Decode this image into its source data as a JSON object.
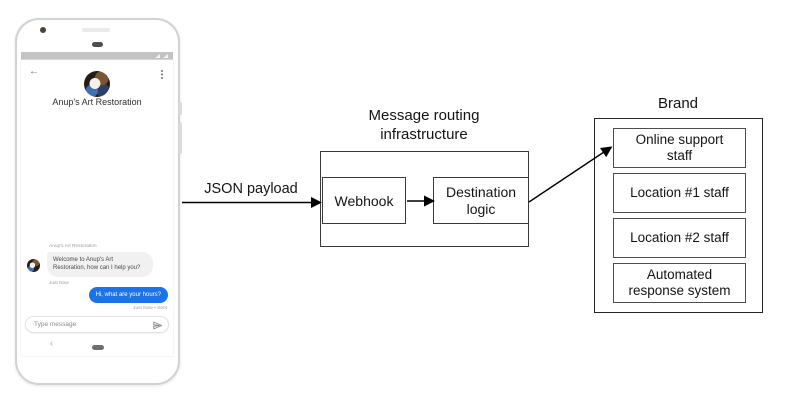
{
  "phone": {
    "header": {
      "back_icon": "←",
      "title": "Anup's Art Restoration"
    },
    "chat": {
      "sender_label": "Anup's Art Restoration",
      "incoming_message": "Welcome to Anup's Art Restoration, how can I help you?",
      "incoming_time": "Just Now",
      "outgoing_message": "Hi, what are your hours?",
      "outgoing_time": "Just Now • Sent"
    },
    "composer": {
      "placeholder": "Type message"
    },
    "nav": {
      "back_icon": "‹"
    }
  },
  "diagram": {
    "payload_label": "JSON payload",
    "routing_title": "Message routing infrastructure",
    "webhook_label": "Webhook",
    "destination_label": "Destination logic",
    "brand_title": "Brand",
    "brand_items": [
      "Online support staff",
      "Location #1 staff",
      "Location #2 staff",
      "Automated response system"
    ]
  },
  "colors": {
    "outgoing_bubble": "#1a73e8",
    "incoming_bubble": "#f1f1f2",
    "status_bar": "#c3c3c3",
    "diagram_stroke": "#000000"
  }
}
